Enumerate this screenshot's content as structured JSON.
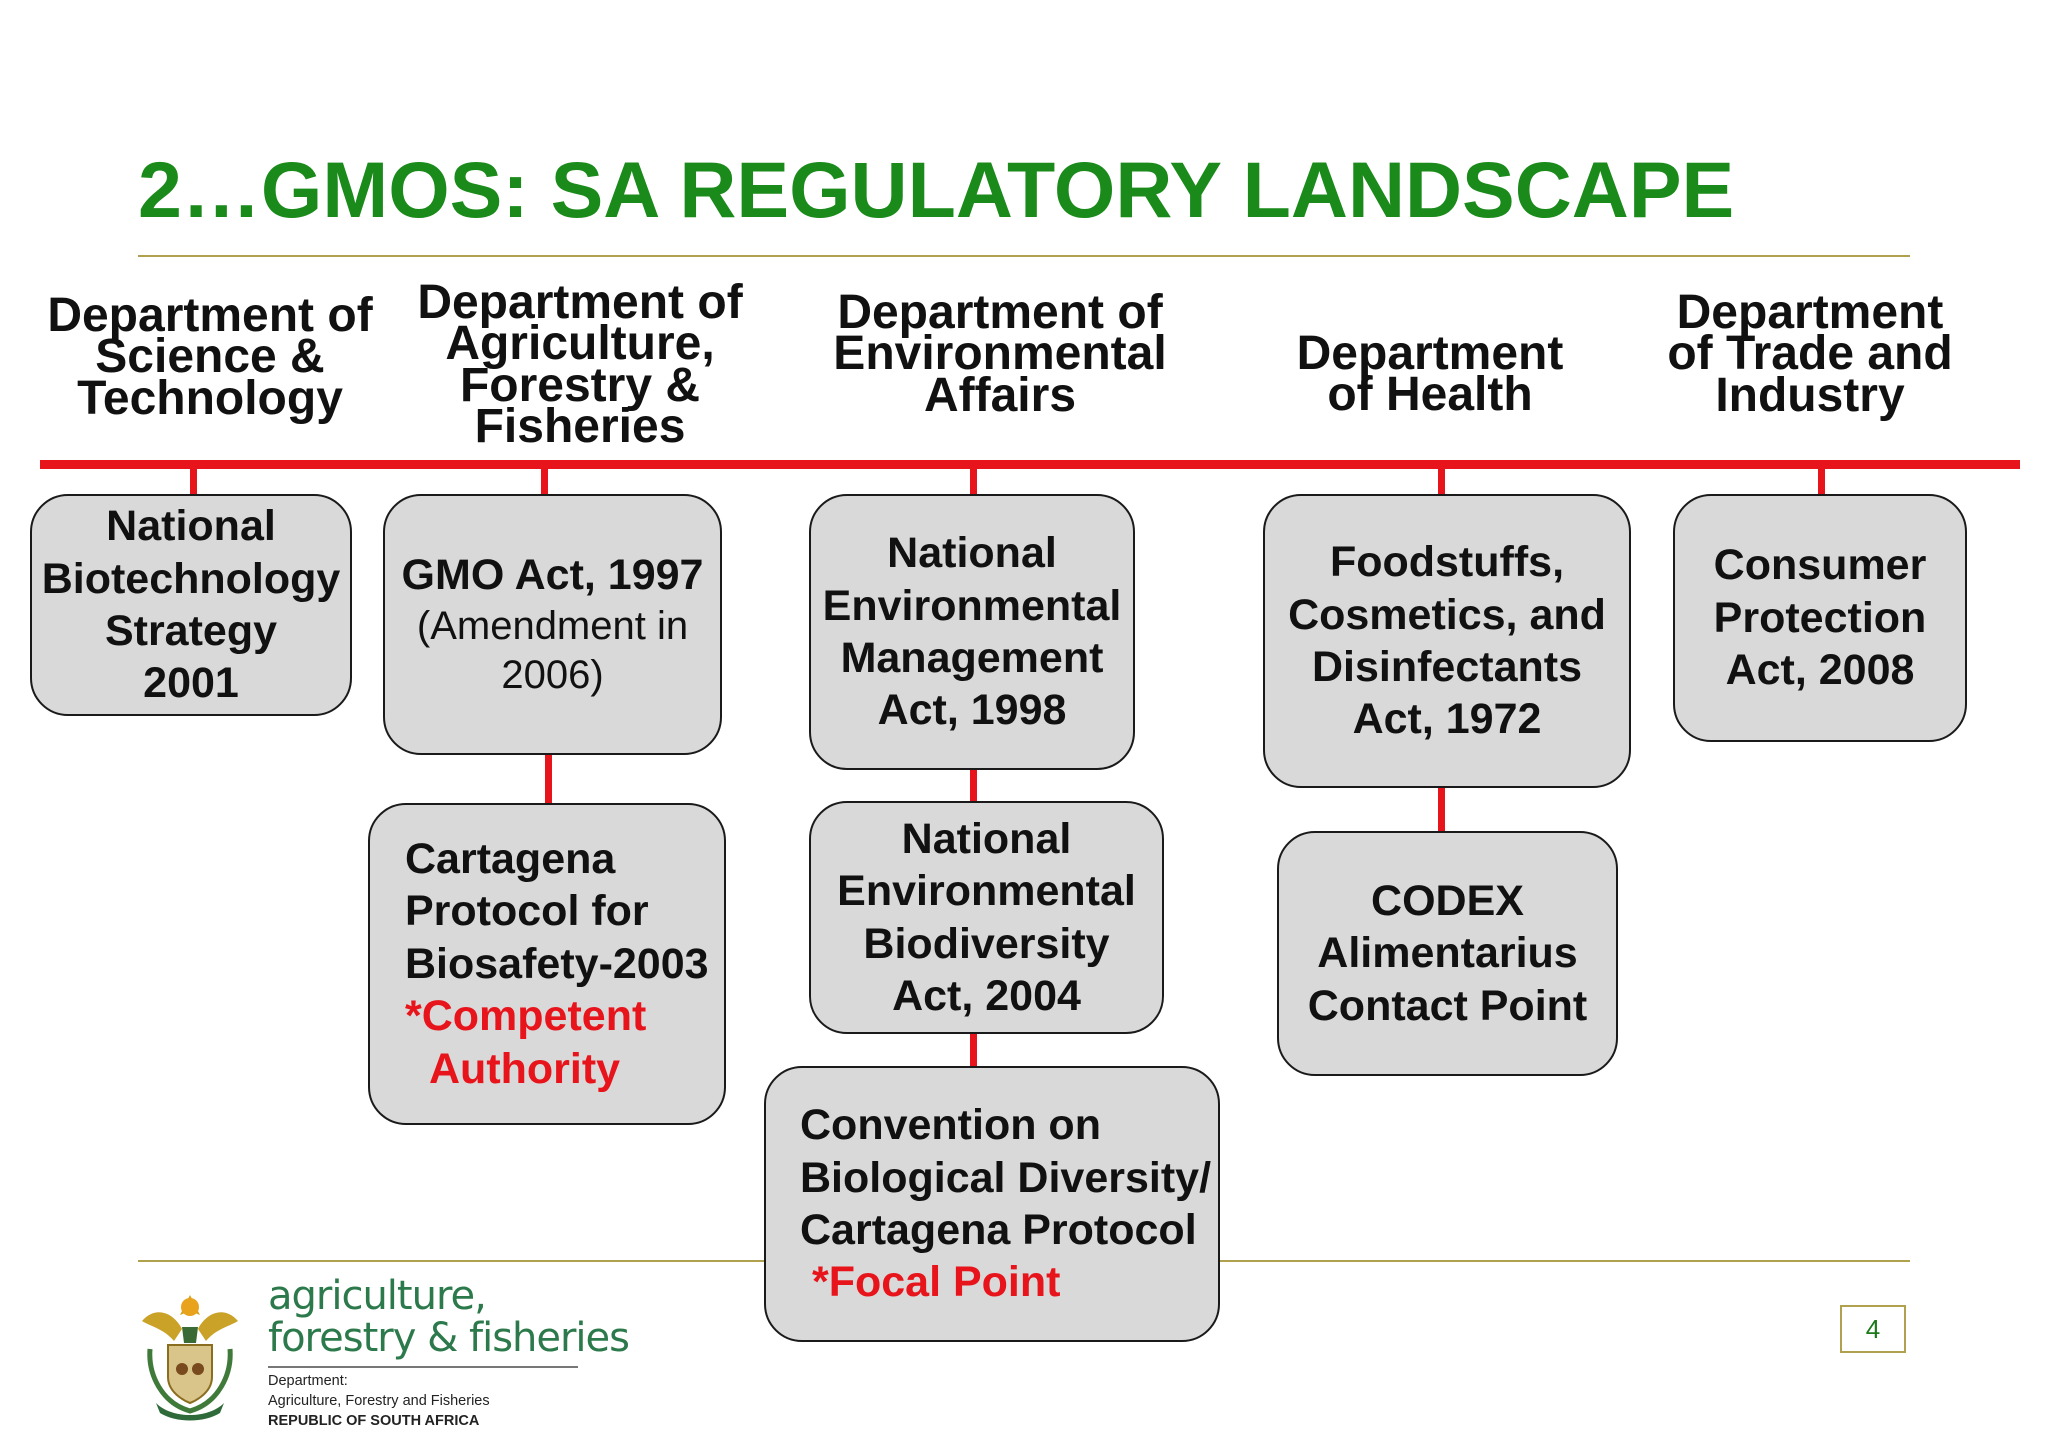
{
  "title": "2…GMOS: SA REGULATORY LANDSCAPE",
  "departments": [
    "Department of\nScience &\nTechnology",
    "Department of\nAgriculture,\nForestry &\nFisheries",
    "Department of\nEnvironmental\nAffairs",
    "Department\nof Health",
    "Department\nof Trade and\nIndustry"
  ],
  "boxes": {
    "dst_strategy": [
      "National",
      "Biotechnology",
      "Strategy",
      "2001"
    ],
    "daff_gmo_act": {
      "main": "GMO Act, 1997",
      "sub": [
        "(Amendment in",
        "2006)"
      ]
    },
    "daff_cartagena": {
      "lines": [
        "Cartagena",
        "Protocol for",
        "Biosafety-2003"
      ],
      "red": [
        "*Competent",
        "Authority"
      ]
    },
    "dea_nema": [
      "National",
      "Environmental",
      "Management",
      "Act, 1998"
    ],
    "dea_nemba": [
      "National",
      "Environmental",
      "Biodiversity",
      "Act, 2004"
    ],
    "dea_cbd": {
      "lines": [
        "Convention on",
        "Biological Diversity/",
        "Cartagena Protocol"
      ],
      "red": [
        "*Focal Point"
      ]
    },
    "doh_foodstuffs": [
      "Foodstuffs,",
      "Cosmetics, and",
      "Disinfectants",
      "Act, 1972"
    ],
    "doh_codex": [
      "CODEX",
      "Alimentarius",
      "Contact Point"
    ],
    "dti_cpa": [
      "Consumer",
      "Protection",
      "Act, 2008"
    ]
  },
  "footer": {
    "logo_line1": "agriculture,",
    "logo_line2": "forestry & fisheries",
    "dept_label": "Department:",
    "dept_name": "Agriculture, Forestry and Fisheries",
    "country": "REPUBLIC OF SOUTH AFRICA",
    "page_number": "4"
  },
  "colors": {
    "title_green": "#1a8a1a",
    "connector_red": "#e8141b",
    "box_fill": "#d9d9d9",
    "rule_gold": "#b0a14f"
  }
}
